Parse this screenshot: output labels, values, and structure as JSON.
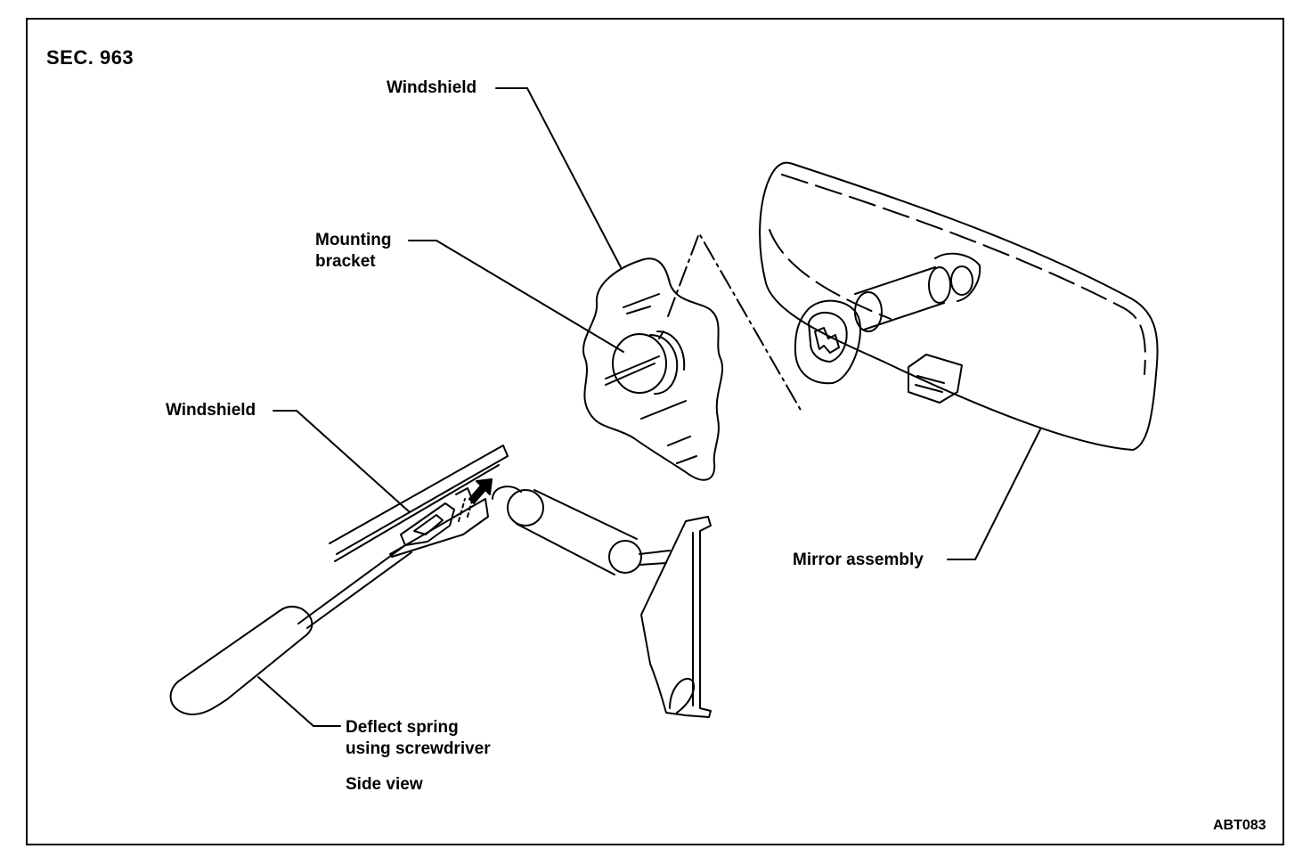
{
  "section": "SEC. 963",
  "figure_code": "ABT083",
  "labels": {
    "windshield_top": "Windshield",
    "mounting_bracket_1": "Mounting",
    "mounting_bracket_2": "bracket",
    "windshield_side": "Windshield",
    "mirror_assembly": "Mirror assembly",
    "deflect_1": "Deflect spring",
    "deflect_2": "using screwdriver",
    "side_view": "Side view"
  }
}
